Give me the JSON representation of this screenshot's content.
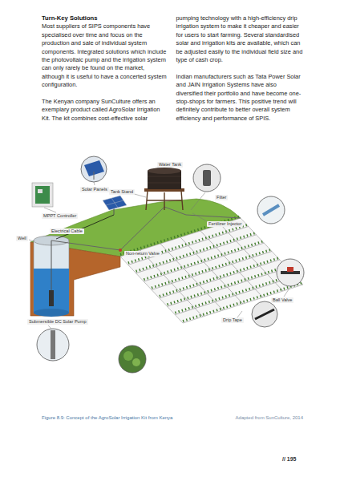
{
  "diagram": {
    "title": "Turn-Key Solutions",
    "caption": "Figure 8.9: Concept of the AgroSolar Irrigation Kit from Kenya",
    "labels": [
      "Most suppliers of SIPS components have specialised over time and focus on the production and sale of individual system components. Integrated solutions which include the photovoltaic pump and the irrigation system can only rarely be found on the market, although it is useful to have a concerted system configuration.",
      "The Kenyan company SunCulture offers an exemplary product called AgroSolar Irrigation Kit. The kit combines cost-effective solar pumping technology with a high-efficiency drip irrigation system to make it cheaper and easier for users to start farming. Several standardised solar and irrigation kits are available, which can be adjusted easily to the individual field size and type of cash crop.",
      "Indian manufacturers such as Tata Power Solar and JAIN Irrigation Systems have also diversified their portfolio and have become one-stop-shops for farmers. This positive trend will definitely contribute to better overall system efficiency and performance of SPIS.",
      "Water Tank",
      "Solar Panels",
      "Tank Stand",
      "Filter",
      "MPPT Controller",
      "Fertilizer Injector",
      "Electrical Cable",
      "Well",
      "Non-return Valve",
      "Ball Valve",
      "Drip Tape",
      "Submersible DC Solar Pump",
      "Adapted from SunCulture, 2014",
      "// 195"
    ]
  }
}
